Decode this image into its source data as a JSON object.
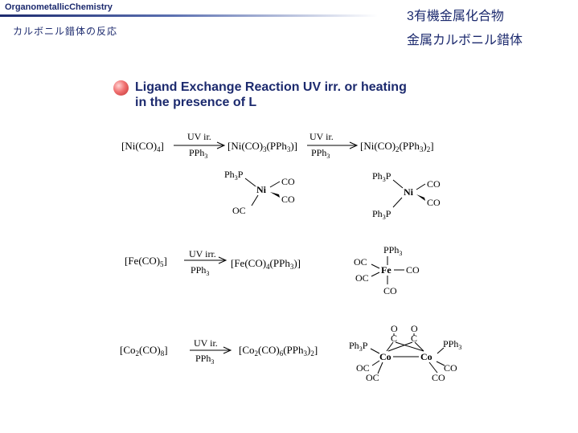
{
  "header": {
    "course": "OrganometallicChemistry",
    "subtitle": "カルボニル錯体の反応",
    "chapter": "3有機金属化合物",
    "topic": "金属カルボニル錯体"
  },
  "section": {
    "title_line1": "Ligand Exchange Reaction UV irr. or heating",
    "title_line2": "in the presence of  L"
  },
  "scheme": {
    "uv": "UV ir.",
    "uv_irr": "UV irr.",
    "ph3p": "Ph3P",
    "pph3": "PPh3",
    "co": "CO",
    "oc": "OC",
    "ni": "Ni",
    "fe": "Fe",
    "co_metal": "Co",
    "c": "C",
    "o": "O"
  }
}
